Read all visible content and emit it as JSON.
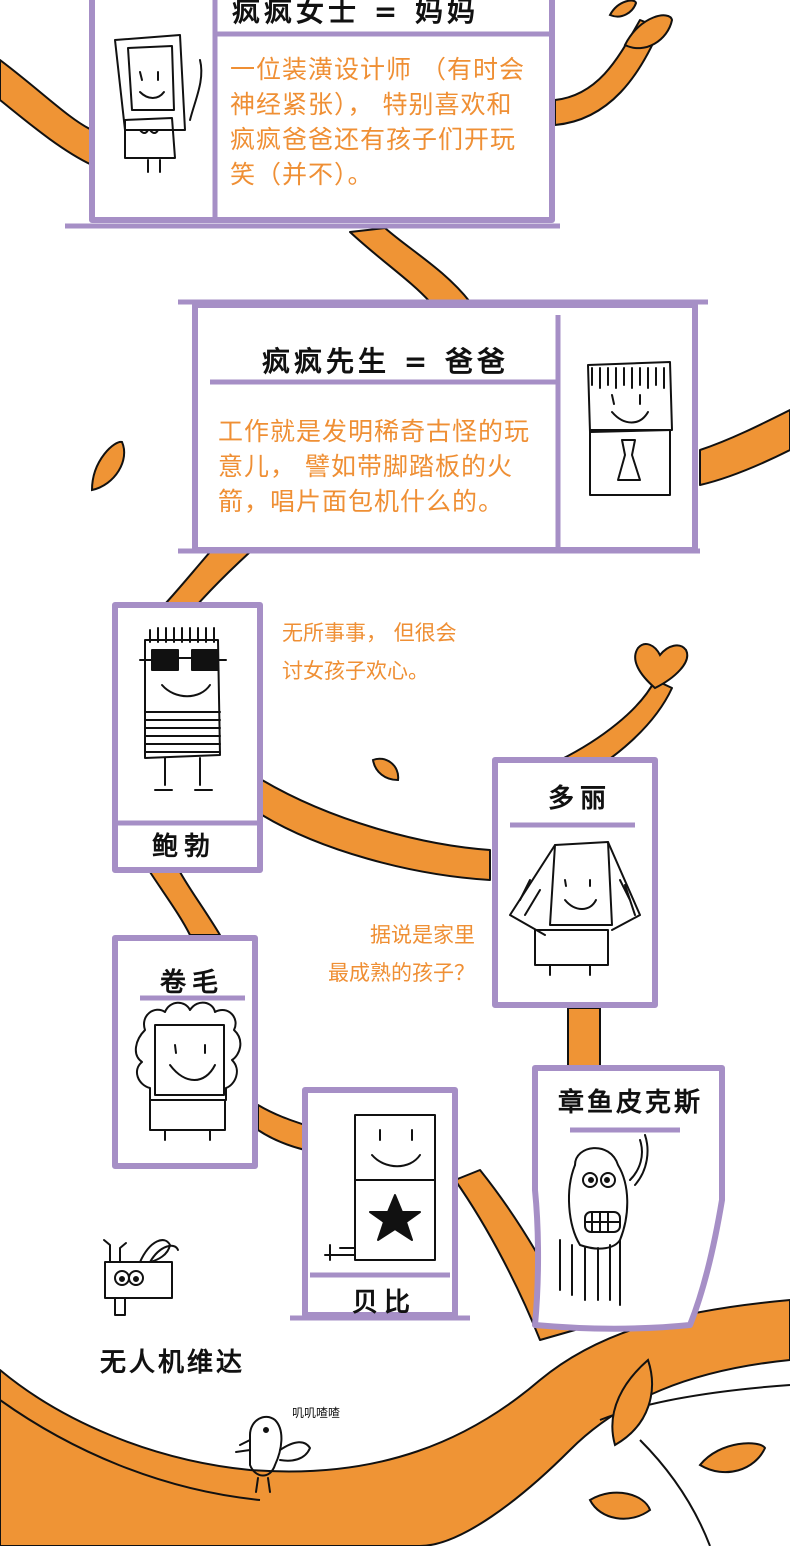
{
  "colors": {
    "branch": "#ef9435",
    "frame": "#a68fc6",
    "text_orange": "#ef8f34",
    "ink": "#111111"
  },
  "characters": {
    "mom": {
      "name": "疯疯女士 = 妈妈",
      "desc_lines": [
        "一位装潢设计师 （有时会",
        "神经紧张）， 特别喜欢和",
        "疯疯爸爸还有孩子们开玩",
        "笑（并不）。"
      ]
    },
    "dad": {
      "name": "疯疯先生 = 爸爸",
      "desc_lines": [
        "工作就是发明稀奇古怪的玩",
        "意儿， 譬如带脚踏板的火",
        "箭，唱片面包机什么的。"
      ]
    },
    "bob": {
      "name": "鲍勃",
      "desc_lines": [
        "无所事事， 但很会",
        "讨女孩子欢心。"
      ]
    },
    "dolly": {
      "name": "多丽",
      "desc_lines": [
        "据说是家里",
        "最成熟的孩子？"
      ]
    },
    "curly": {
      "name": "卷毛"
    },
    "baby": {
      "name": "贝比"
    },
    "octopus": {
      "name": "章鱼皮克斯"
    },
    "drone": {
      "name": "无人机维达"
    },
    "bird": {
      "sound": "叽叽喳喳"
    }
  }
}
